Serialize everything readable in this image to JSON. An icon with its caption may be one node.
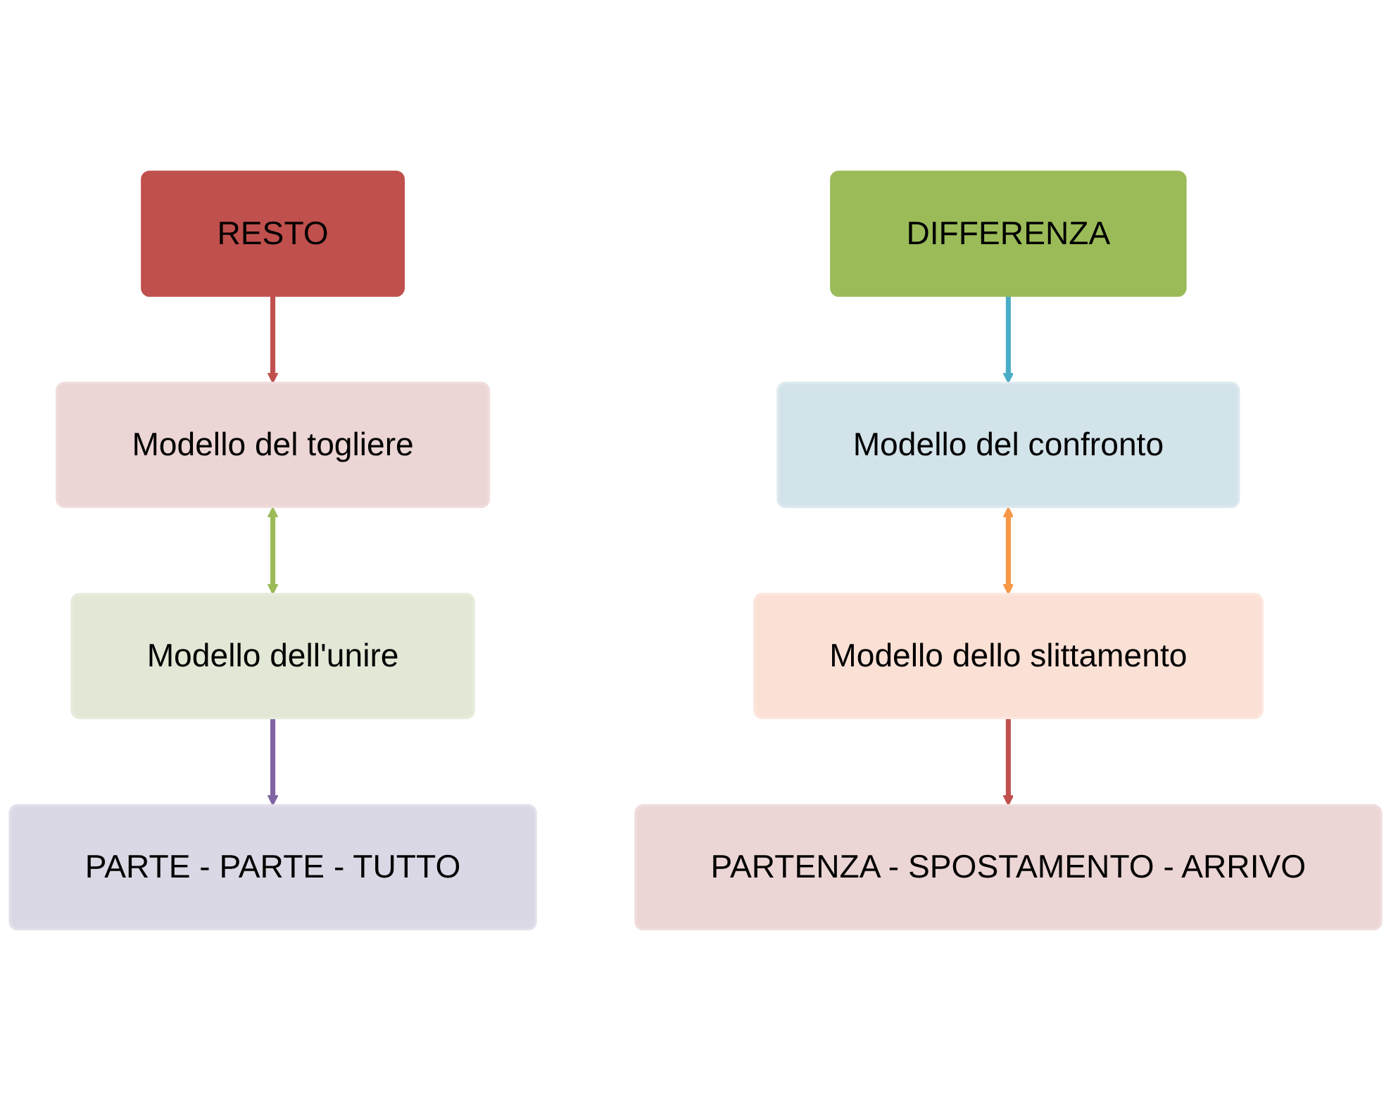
{
  "diagram": {
    "nodes": [
      {
        "text": [
          "RESTO"
        ]
      },
      {
        "text": [
          "DIFFERENZA"
        ]
      },
      {
        "text": [
          "Modello del togliere"
        ]
      },
      {
        "text": [
          "Modello del confronto"
        ]
      },
      {
        "text": [
          "Modello dell'unire"
        ]
      },
      {
        "text": [
          "Modello dello slittamento"
        ]
      },
      {
        "text": [
          "PARTE - PARTE - TUTTO"
        ]
      },
      {
        "text": [
          "PARTENZA - SPOSTAMENTO - ARRIVO"
        ]
      }
    ],
    "edges": [
      {
        "from": 0,
        "to": 2,
        "arrow": "to",
        "color": "#c0504d"
      },
      {
        "from": 1,
        "to": 3,
        "arrow": "to",
        "color": "#4bacc6"
      },
      {
        "from": 2,
        "to": 4,
        "arrow": "both",
        "color": "#9bbb59"
      },
      {
        "from": 3,
        "to": 5,
        "arrow": "both",
        "color": "#f79646"
      },
      {
        "from": 4,
        "to": 6,
        "arrow": "to",
        "color": "#8064a2"
      },
      {
        "from": 5,
        "to": 7,
        "arrow": "to",
        "color": "#c0504d"
      }
    ]
  }
}
